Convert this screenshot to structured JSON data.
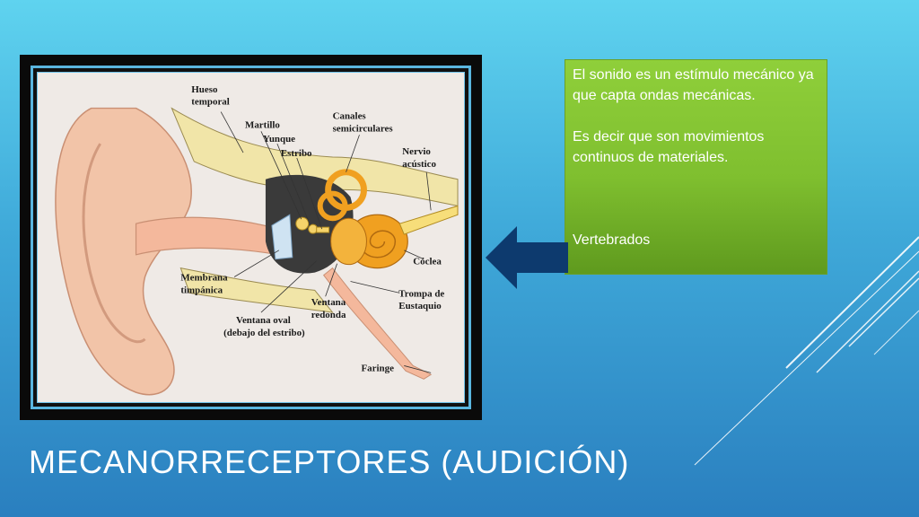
{
  "slide": {
    "title": "MECANORRECEPTORES (AUDICIÓN)"
  },
  "info_box": {
    "paragraph1": "El sonido es un estímulo mecánico ya que capta ondas mecánicas.",
    "paragraph2": "Es decir que son movimientos continuos de materiales.",
    "paragraph3": "Vertebrados"
  },
  "diagram": {
    "labels": {
      "hueso_temporal_1": "Hueso",
      "hueso_temporal_2": "temporal",
      "martillo": "Martillo",
      "yunque": "Yunque",
      "estribo": "Estribo",
      "canales_1": "Canales",
      "canales_2": "semicirculares",
      "nervio_1": "Nervio",
      "nervio_2": "acústico",
      "coclea": "Cóclea",
      "membrana_1": "Membrana",
      "membrana_2": "timpánica",
      "ventana_redonda_1": "Ventana",
      "ventana_redonda_2": "redonda",
      "trompa_1": "Trompa de",
      "trompa_2": "Eustaquio",
      "ventana_oval_1": "Ventana oval",
      "ventana_oval_2": "(debajo del estribo)",
      "faringe": "Faringe"
    }
  },
  "colors": {
    "background_top": "#5fd3ef",
    "background_bottom": "#2a7fbf",
    "info_box": "#7fbf2f",
    "arrow": "#0d3a6e",
    "frame": "#0a0a0a",
    "inner_ear": "#f0a020"
  }
}
